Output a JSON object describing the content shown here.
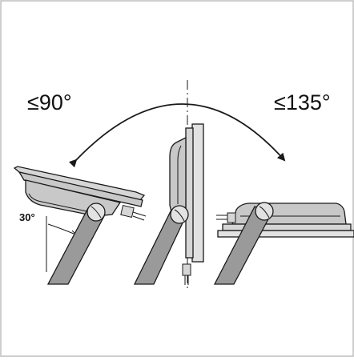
{
  "labels": {
    "tilt_forward": "≤90°",
    "tilt_backward": "≤135°",
    "bracket_angle": "30°"
  },
  "colors": {
    "stroke": "#1a1a1a",
    "body_fill": "#c8c8c8",
    "arm_fill": "#9a9a9a",
    "front_fill": "#e2e2e2",
    "border": "#bdbdbd",
    "background": "#ffffff"
  }
}
